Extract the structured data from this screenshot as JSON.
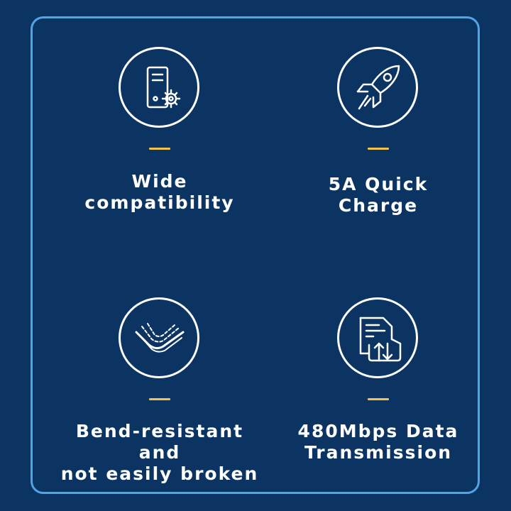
{
  "features": [
    {
      "label_line1": "Wide",
      "label_line2": "compatibility",
      "icon": "device-settings-icon"
    },
    {
      "label_line1": "5A Quick",
      "label_line2": "Charge",
      "icon": "rocket-icon"
    },
    {
      "label_line1": "Bend-resistant and",
      "label_line2": "not easily broken",
      "icon": "bent-cable-icon"
    },
    {
      "label_line1": "480Mbps Data",
      "label_line2": "Transmission",
      "icon": "file-transfer-icon"
    }
  ],
  "colors": {
    "background": "#0b3463",
    "border": "#4ca6e8",
    "accent_dash": "#f3c24a",
    "text": "#ffffff"
  }
}
